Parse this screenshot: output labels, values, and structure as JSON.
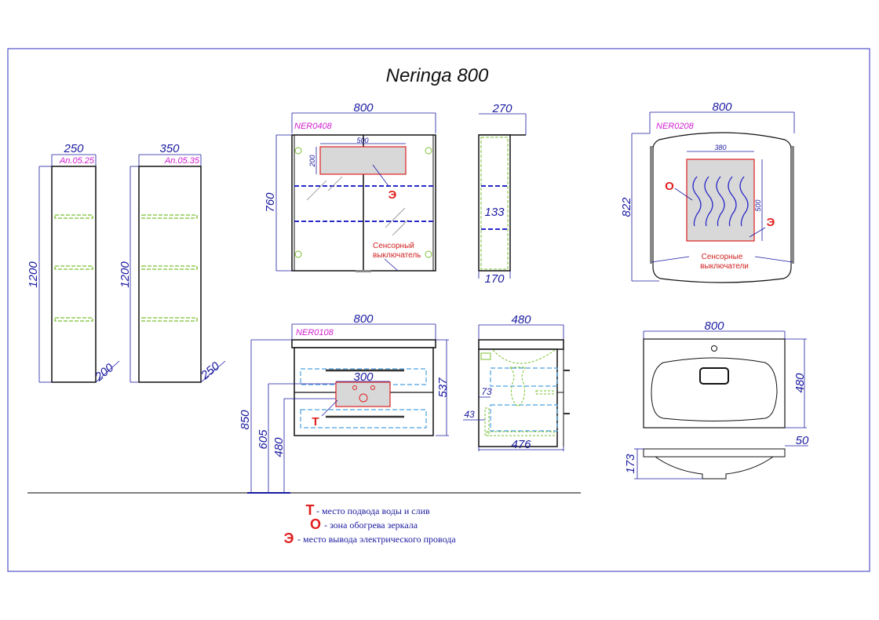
{
  "title": "Neringa 800",
  "columns": [
    {
      "code": "An.05.25",
      "width": "250",
      "height": "1200",
      "depth": "200"
    },
    {
      "code": "An.05.35",
      "width": "350",
      "height": "1200",
      "depth": "250"
    }
  ],
  "mirror_cabinet": {
    "code": "NER0408",
    "width": "800",
    "height": "760",
    "panel_width": "500",
    "panel_height": "200",
    "marker": "Э",
    "switch_label_1": "Сенсорный",
    "switch_label_2": "выключатель",
    "side_top": "270",
    "side_mid": "133",
    "side_bottom": "170"
  },
  "mirror": {
    "code": "NER0208",
    "width": "800",
    "height": "822",
    "panel_width": "380",
    "panel_height": "500",
    "marker_o": "О",
    "marker_e": "Э",
    "switch_label_1": "Сенсорные",
    "switch_label_2": "выключатели"
  },
  "vanity": {
    "code": "NER0108",
    "width": "800",
    "height": "537",
    "total_height": "850",
    "h605": "605",
    "h480": "480",
    "zone_width": "300",
    "marker": "Т",
    "side_top": "480",
    "side_bottom": "476",
    "side_73": "73",
    "side_43": "43"
  },
  "sink": {
    "width": "800",
    "depth": "480",
    "height": "173",
    "rim": "50"
  },
  "legend": [
    {
      "marker": "Т",
      "text": "- место подвода воды и слив"
    },
    {
      "marker": "О",
      "text": "-  зона обогрева зеркала"
    },
    {
      "marker": "Э",
      "text": "-  место вывода электрического провода"
    }
  ],
  "colors": {
    "dimension": "#1a1aa0",
    "code": "#d020d0",
    "marker": "#e02020",
    "shelf": "#7ac030"
  }
}
